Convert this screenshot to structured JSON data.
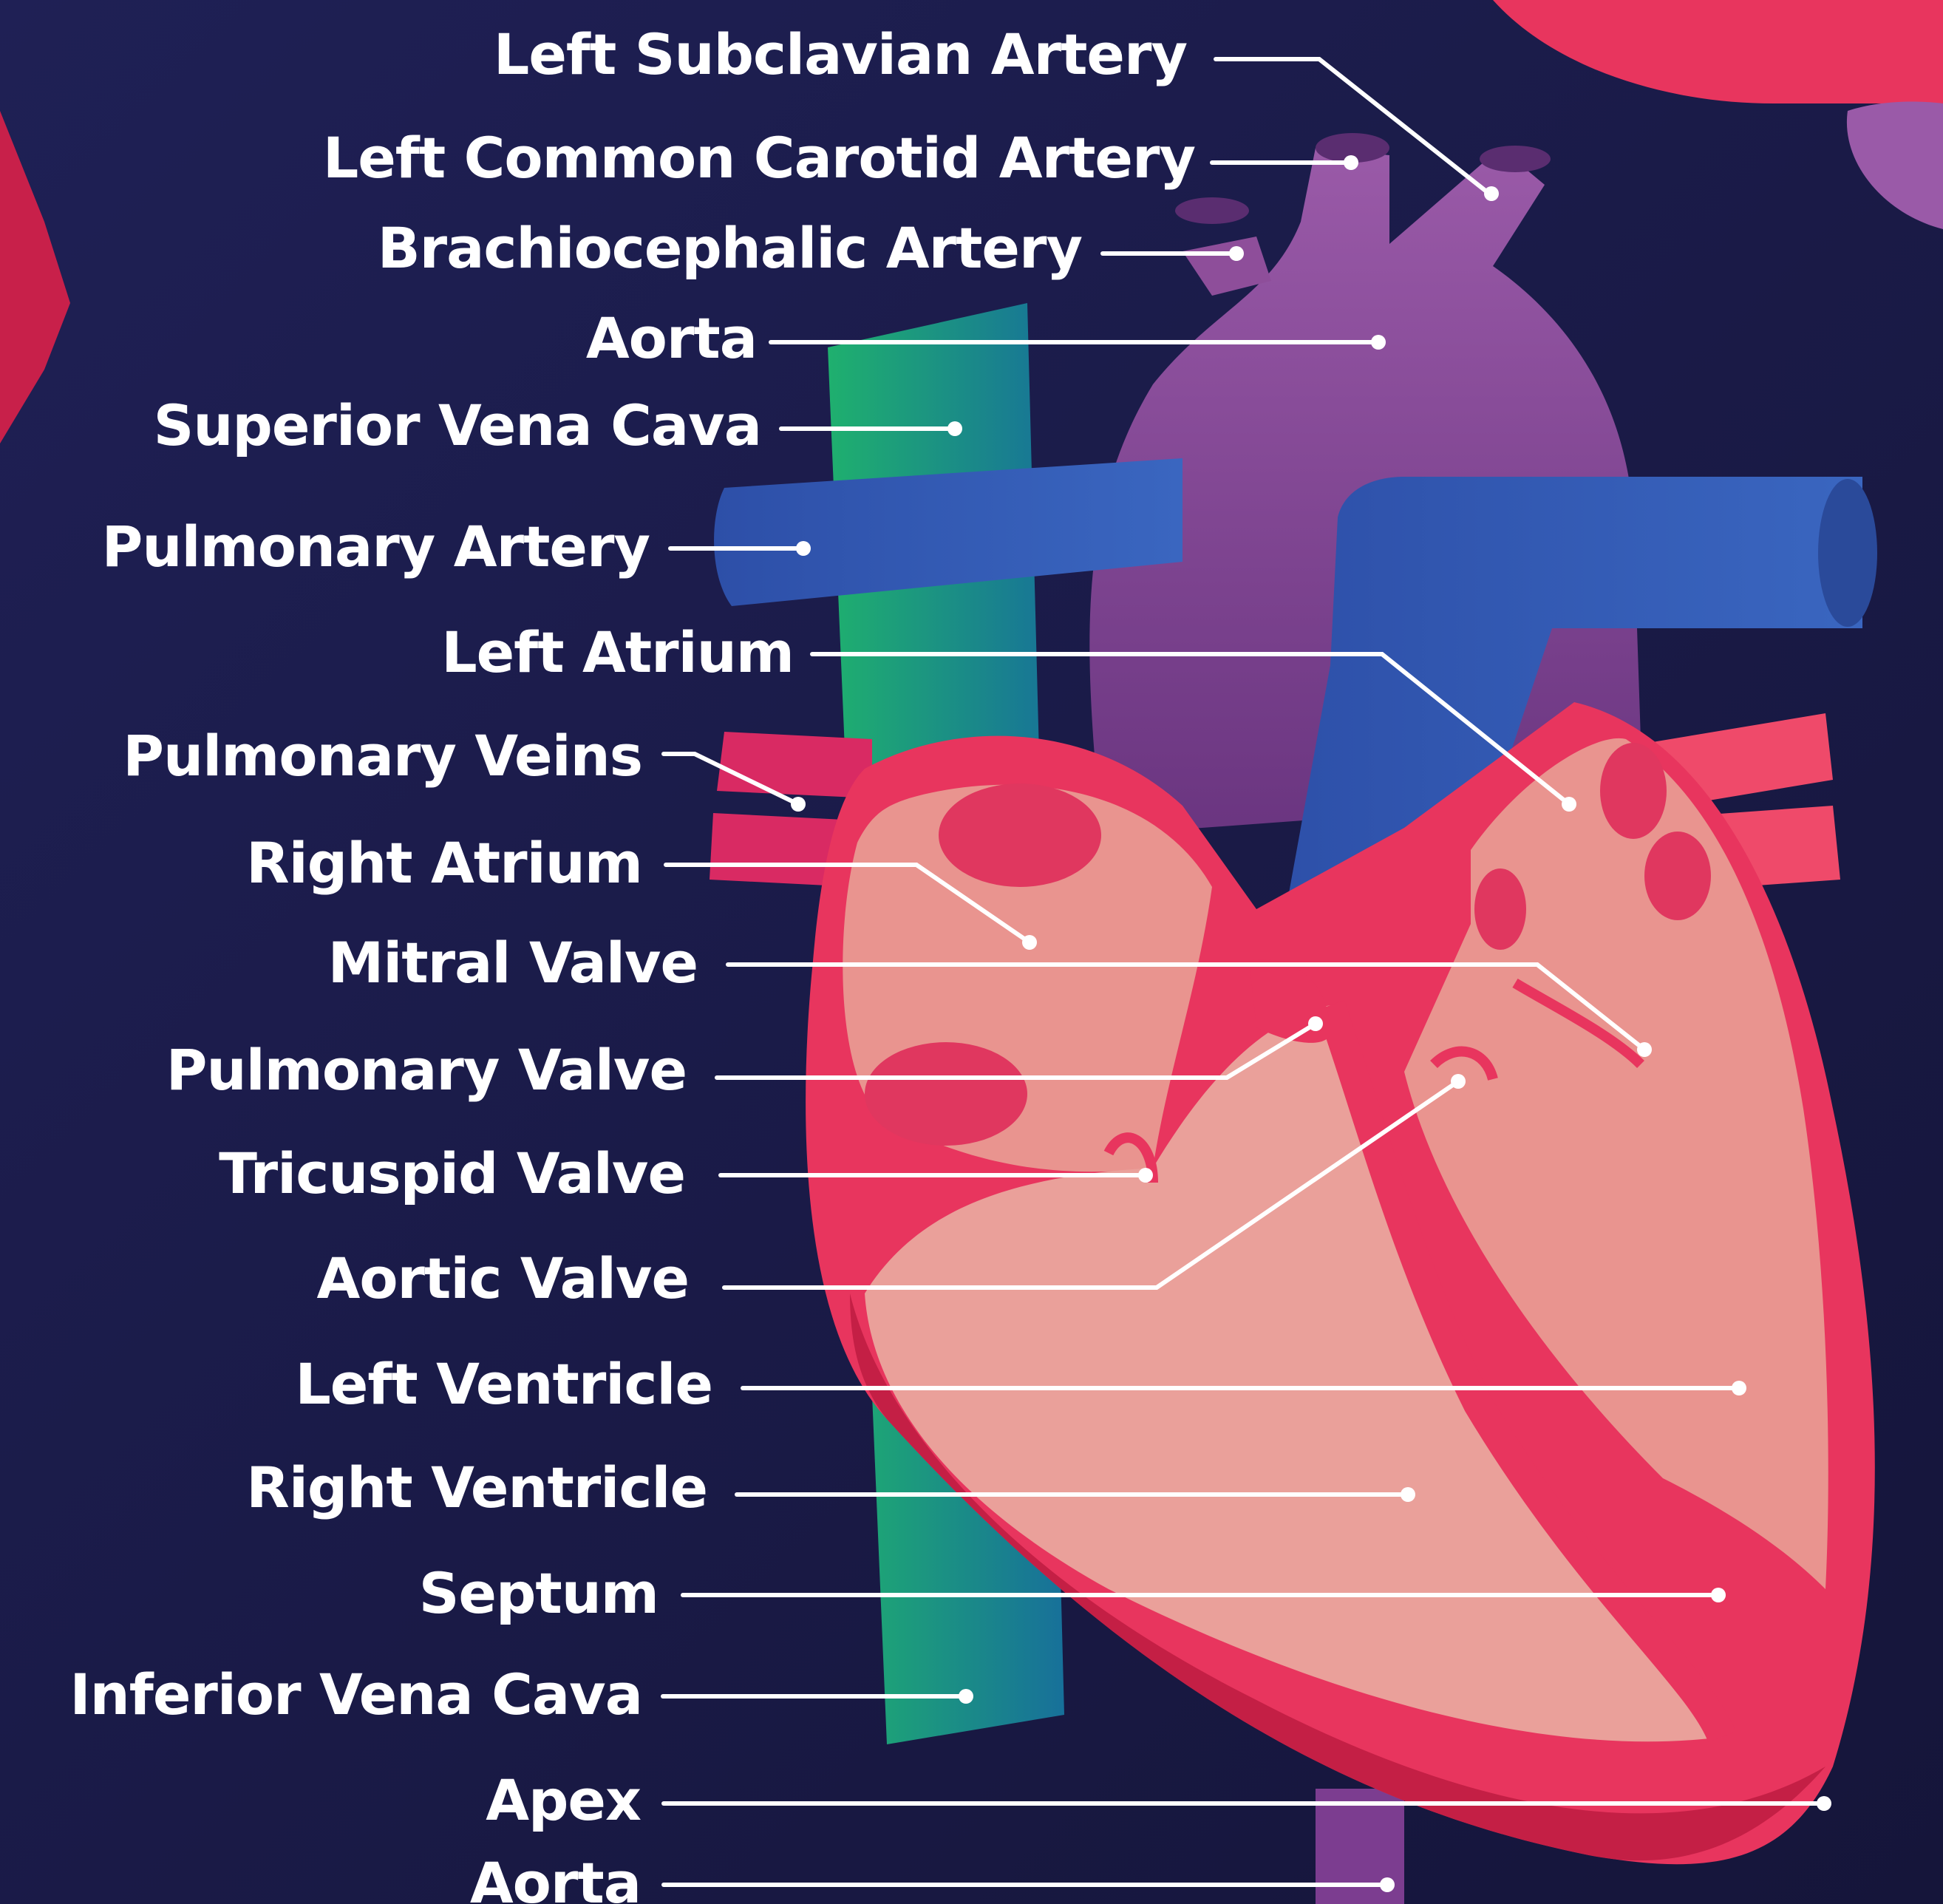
{
  "colors": {
    "background": "#1a1a45",
    "heart_wall": "#e8355e",
    "heart_inner": "#e9948f",
    "aorta": "#8e4e9a",
    "pulmonary": "#2f56b0",
    "vena_cava": "#1aa07a",
    "leader": "#ffffff"
  },
  "labels": [
    {
      "id": "left-subclavian-artery",
      "text": "Left Subclavian Artery"
    },
    {
      "id": "left-common-carotid-artery",
      "text": "Left Common Carotid Artery"
    },
    {
      "id": "brachiocephalic-artery",
      "text": "Brachiocephalic Artery"
    },
    {
      "id": "aorta-top",
      "text": "Aorta"
    },
    {
      "id": "superior-vena-cava",
      "text": "Superior Vena Cava"
    },
    {
      "id": "pulmonary-artery",
      "text": "Pulmonary Artery"
    },
    {
      "id": "left-atrium",
      "text": "Left Atrium"
    },
    {
      "id": "pulmonary-veins",
      "text": "Pulmonary Veins"
    },
    {
      "id": "right-atrium",
      "text": "Right Atrium"
    },
    {
      "id": "mitral-valve",
      "text": "Mitral Valve"
    },
    {
      "id": "pulmonary-valve",
      "text": "Pulmonary Valve"
    },
    {
      "id": "tricuspid-valve",
      "text": "Tricuspid Valve"
    },
    {
      "id": "aortic-valve",
      "text": "Aortic Valve"
    },
    {
      "id": "left-ventricle",
      "text": "Left Ventricle"
    },
    {
      "id": "right-ventricle",
      "text": "Right Ventricle"
    },
    {
      "id": "septum",
      "text": "Septum"
    },
    {
      "id": "inferior-vena-cava",
      "text": "Inferior Vena Cava"
    },
    {
      "id": "apex",
      "text": "Apex"
    },
    {
      "id": "aorta-bottom",
      "text": "Aorta"
    }
  ]
}
